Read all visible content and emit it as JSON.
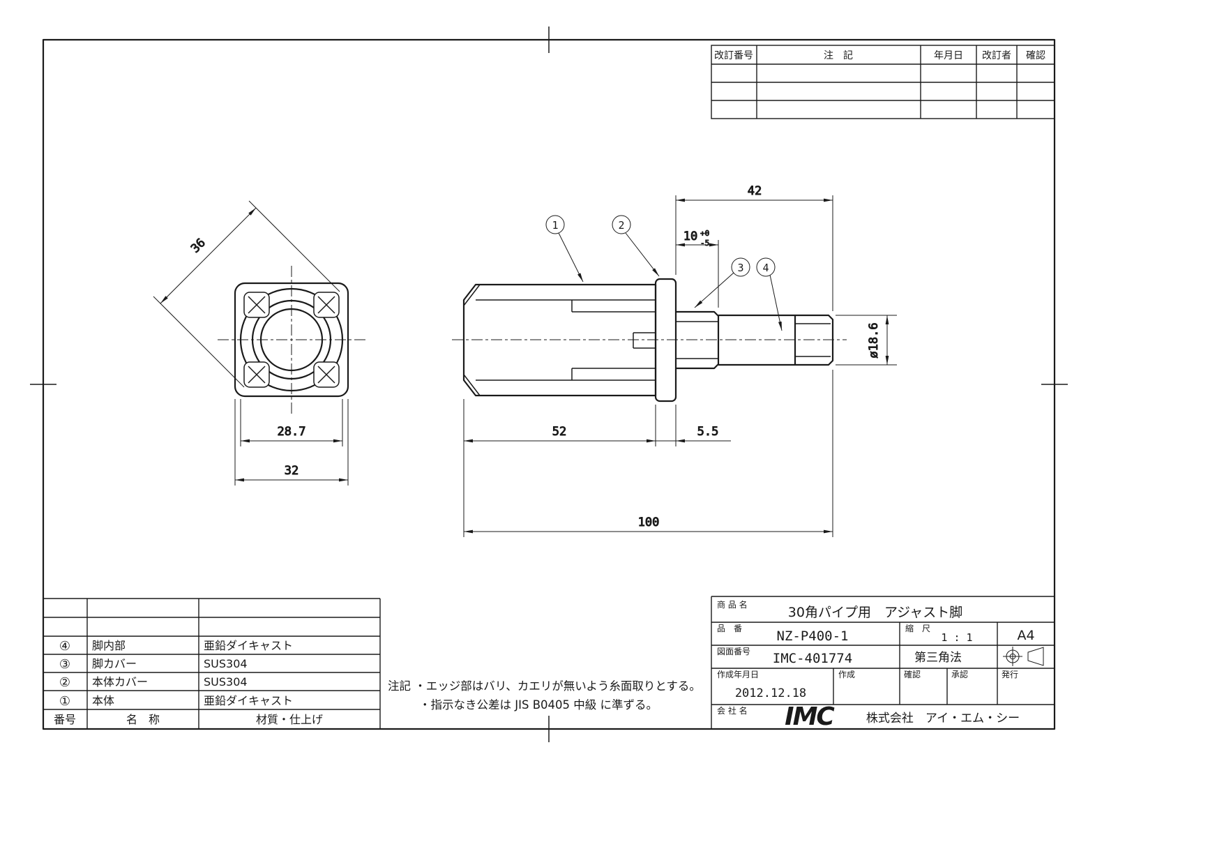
{
  "colors": {
    "ink": "#1a1a1a",
    "background": "#ffffff"
  },
  "revision_table": {
    "col_rev_no": "改訂番号",
    "col_note": "注　記",
    "col_date": "年月日",
    "col_reviser": "改訂者",
    "col_check": "確認"
  },
  "front_view": {
    "dim_diagonal": "36",
    "dim_inner_width": "28.7",
    "dim_outer_width": "32"
  },
  "side_view": {
    "dim_42": "42",
    "dim_10": "10",
    "dim_10_tol_upper": "+0",
    "dim_10_tol_lower": "-5",
    "dim_52": "52",
    "dim_5_5": "5.5",
    "dim_100": "100",
    "dim_diameter": "ø18.6",
    "balloon_1": "1",
    "balloon_2": "2",
    "balloon_3": "3",
    "balloon_4": "4"
  },
  "parts_table": {
    "header": {
      "no": "番号",
      "name": "名　称",
      "material": "材質・仕上げ"
    },
    "rows": [
      {
        "no": "④",
        "name": "脚内部",
        "material": "亜鉛ダイキャスト"
      },
      {
        "no": "③",
        "name": "脚カバー",
        "material": "SUS304"
      },
      {
        "no": "②",
        "name": "本体カバー",
        "material": "SUS304"
      },
      {
        "no": "①",
        "name": "本体",
        "material": "亜鉛ダイキャスト"
      }
    ]
  },
  "notes": {
    "line1": "注記 ・エッジ部はバリ、カエリが無いよう糸面取りとする。",
    "line2": "・指示なき公差は JIS B0405 中級 に準ずる。"
  },
  "title_block": {
    "product_label": "商 品 名",
    "product_name": "30角パイプ用　アジャスト脚",
    "part_no_label": "品　番",
    "part_no": "NZ-P400-1",
    "scale_label": "縮　尺",
    "scale_value": "1 : 1",
    "paper_size": "A4",
    "drawing_no_label": "図面番号",
    "drawing_no": "IMC-401774",
    "projection_method": "第三角法",
    "date_label": "作成年月日",
    "date_value": "2012.12.18",
    "created_label": "作成",
    "checked_label": "確認",
    "approved_label": "承認",
    "issued_label": "発行",
    "company_label": "会 社 名",
    "logo_text": "IMC",
    "company_name": "株式会社　アイ・エム・シー"
  }
}
